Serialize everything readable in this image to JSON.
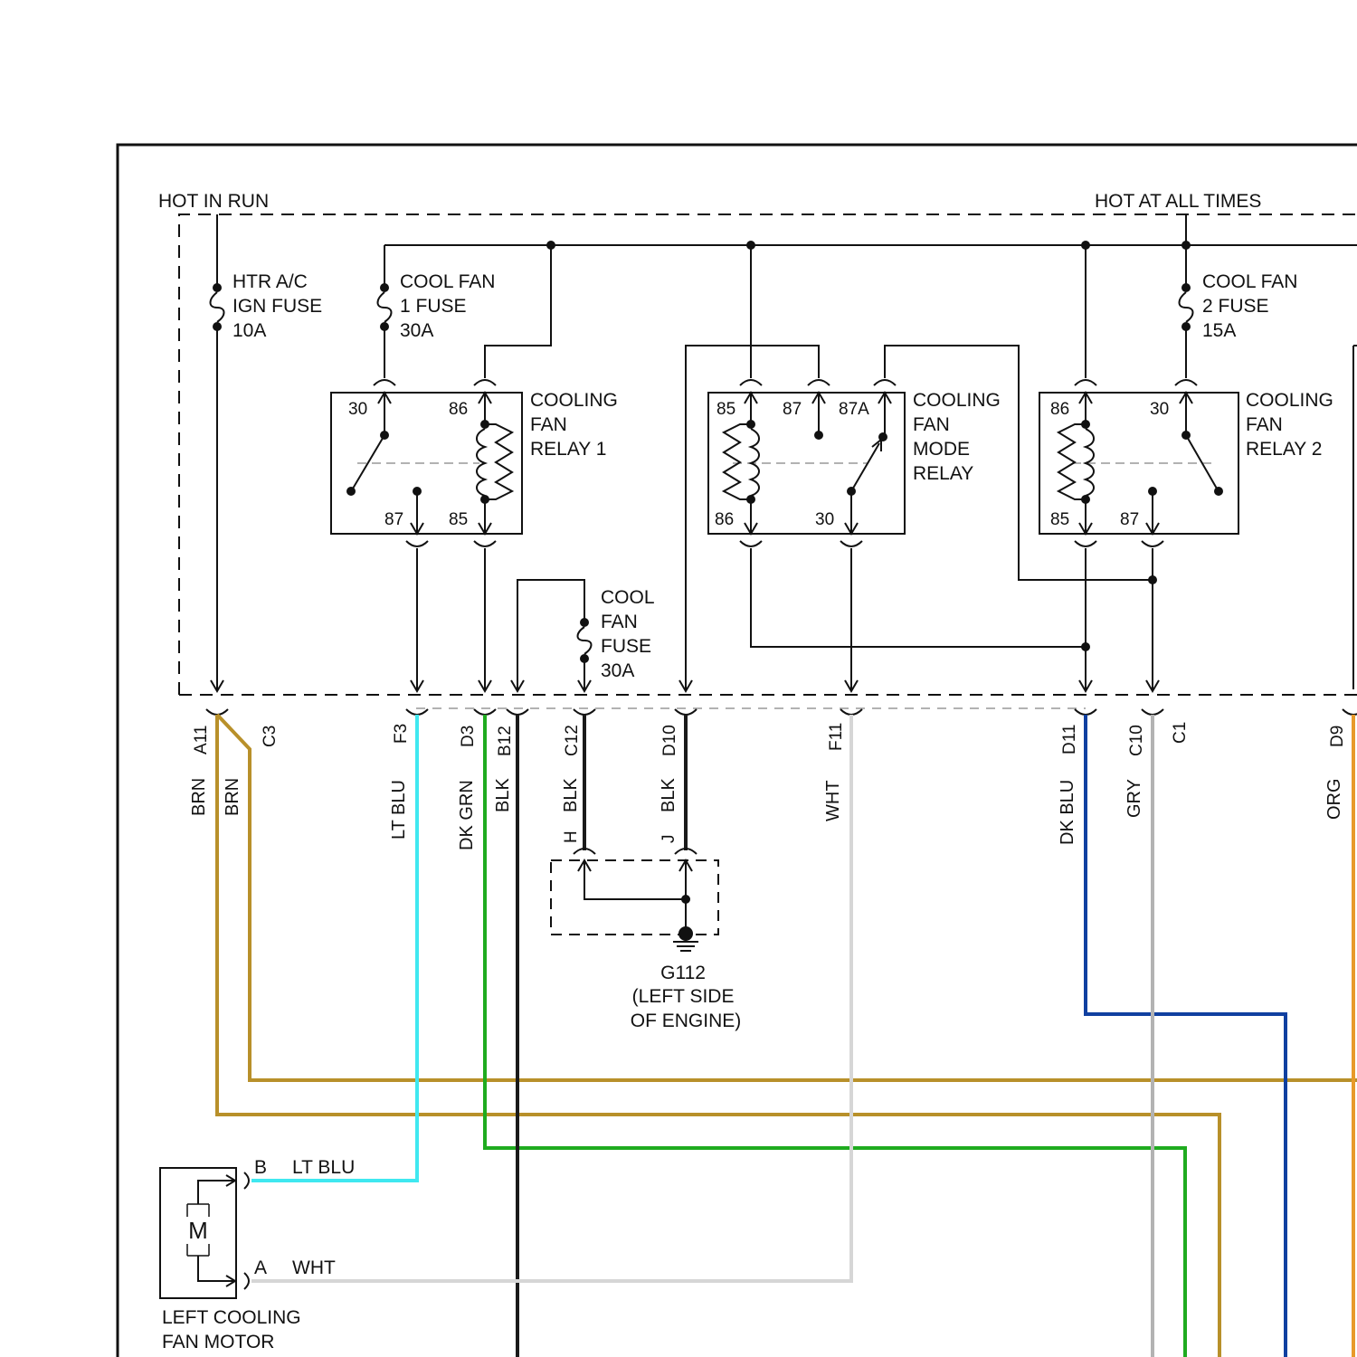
{
  "power": {
    "hot_in_run": "HOT IN RUN",
    "hot_at_all_times": "HOT AT ALL TIMES"
  },
  "fuses": {
    "htr": [
      "HTR A/C",
      "IGN FUSE",
      "10A"
    ],
    "fan1": [
      "COOL FAN",
      "1 FUSE",
      "30A"
    ],
    "fan2": [
      "COOL FAN",
      "2 FUSE",
      "15A"
    ],
    "cool": [
      "COOL",
      "FAN",
      "FUSE",
      "30A"
    ]
  },
  "relays": {
    "relay1": {
      "lines": [
        "COOLING",
        "FAN",
        "RELAY 1"
      ],
      "pins": [
        "30",
        "86",
        "87",
        "85"
      ]
    },
    "mode": {
      "lines": [
        "COOLING",
        "FAN",
        "MODE",
        "RELAY"
      ],
      "pins": [
        "85",
        "87",
        "87A",
        "86",
        "30"
      ]
    },
    "relay2": {
      "lines": [
        "COOLING",
        "FAN",
        "RELAY 2"
      ],
      "pins": [
        "86",
        "30",
        "85",
        "87"
      ]
    }
  },
  "connectors": [
    "A11",
    "C3",
    "F3",
    "D3",
    "B12",
    "C12",
    "D10",
    "F11",
    "D11",
    "C10",
    "C1",
    "D9"
  ],
  "wires": [
    "BRN",
    "BRN",
    "LT BLU",
    "DK GRN",
    "BLK",
    "BLK",
    "BLK",
    "WHT",
    "DK BLU",
    "GRY",
    "ORG"
  ],
  "ground": {
    "pins": [
      "H",
      "J"
    ],
    "lines": [
      "G112",
      "(LEFT SIDE",
      "OF ENGINE)"
    ]
  },
  "motor": {
    "symbol": "M",
    "pin_b": "B",
    "wire_b": "LT BLU",
    "pin_a": "A",
    "wire_a": "WHT",
    "lines": [
      "LEFT COOLING",
      "FAN MOTOR"
    ]
  },
  "colors": {
    "brn": "#b8902a",
    "lt_blu": "#3fe8f0",
    "dk_grn": "#1fab1f",
    "blk": "#1a1a1a",
    "wht": "#d6d6d6",
    "dk_blu": "#1040a0",
    "gry": "#b3b3b3",
    "org": "#e89a2a"
  }
}
